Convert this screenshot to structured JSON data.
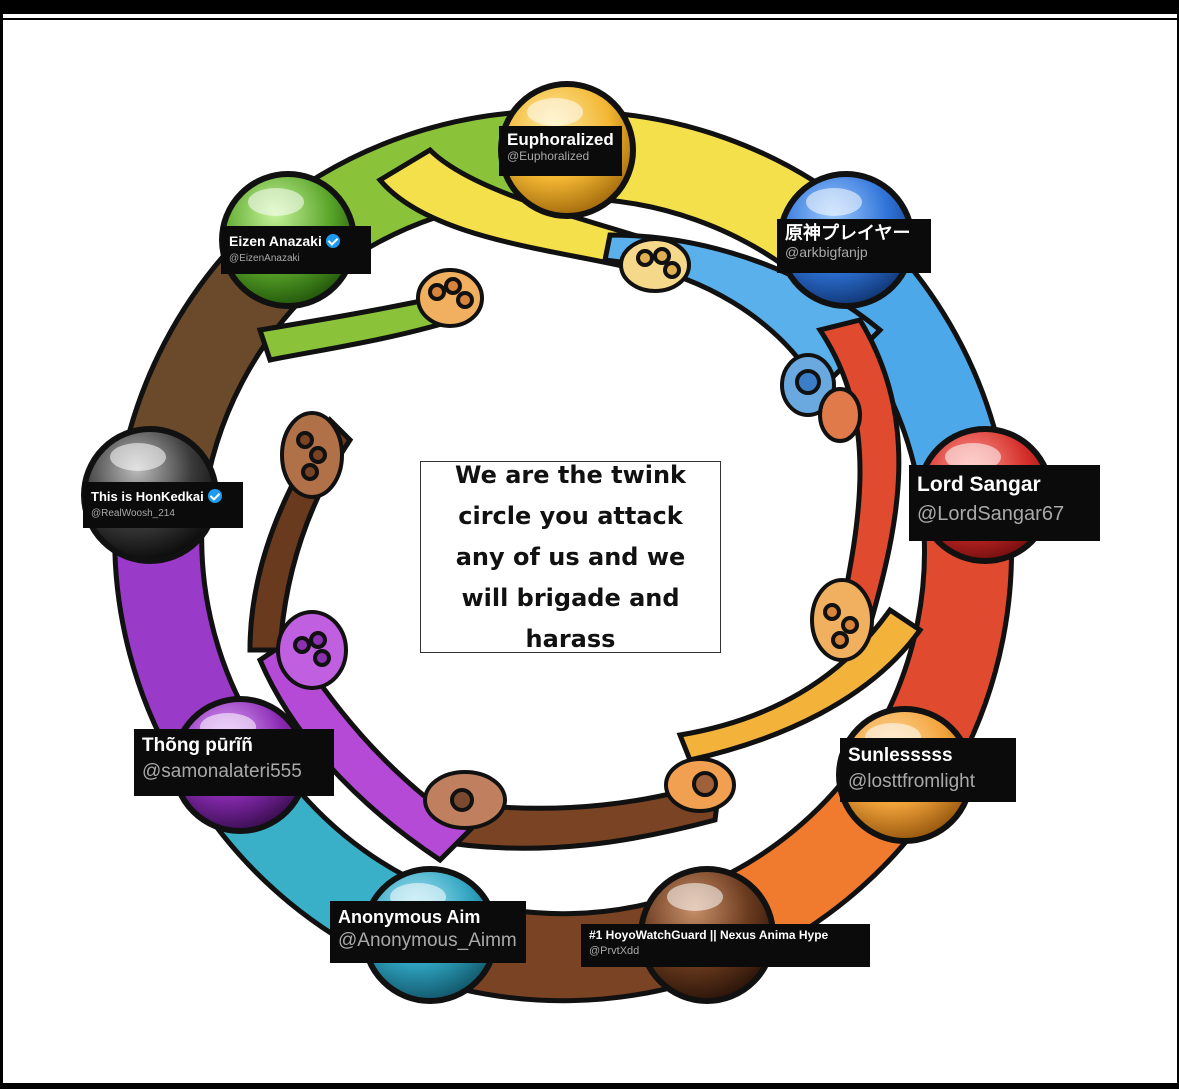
{
  "caption": "We are the twink circle you attack any of us and we will brigade and harass",
  "members": [
    {
      "name": "Euphoralized",
      "handle": "@Euphoralized",
      "color": "#f2b632"
    },
    {
      "name": "原神プレイヤー",
      "handle": "@arkbigfanjp",
      "color": "#2f73d8"
    },
    {
      "name": "Lord Sangar",
      "handle": "@LordSangar67",
      "color": "#d42e2a"
    },
    {
      "name": "Sunlesssss",
      "handle": "@losttfromlight",
      "color": "#f2a33a"
    },
    {
      "name": "#1 HoyoWatchGuard || Nexus Anima Hype",
      "handle": "@PrvtXdd",
      "color": "#6a3a1e"
    },
    {
      "name": "Anonymous Aim",
      "handle": "@Anonymous_Aimm",
      "color": "#2fa3c0"
    },
    {
      "name": "Thõng pūrĩñ",
      "handle": "@samonalateri555",
      "color": "#8a2bb3"
    },
    {
      "name": "This is HonKedkai",
      "handle": "@RealWoosh_214",
      "color": "#3a3a3a",
      "verified": true
    },
    {
      "name": "Eizen Anazaki",
      "handle": "@EizenAnazaki",
      "color": "#5aa62a",
      "verified": true
    }
  ]
}
